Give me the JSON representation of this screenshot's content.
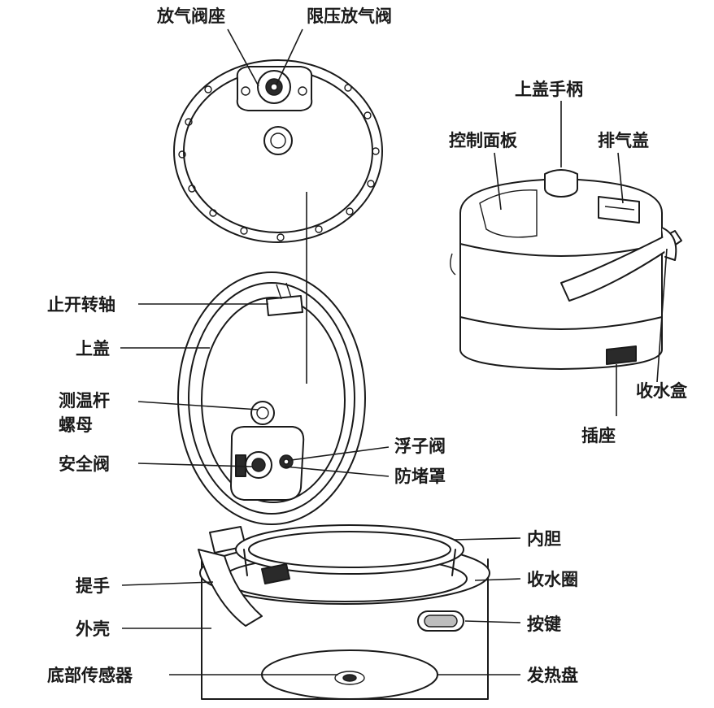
{
  "labels": {
    "vent_valve_seat": "放气阀座",
    "pressure_limit_valve": "限压放气阀",
    "lid_handle": "上盖手柄",
    "control_panel": "控制面板",
    "exhaust_cover": "排气盖",
    "hinge_shaft": "止开转轴",
    "upper_lid": "上盖",
    "temp_rod_nut_1": "测温杆",
    "temp_rod_nut_2": "螺母",
    "safety_valve": "安全阀",
    "float_valve": "浮子阀",
    "anti_block_cover": "防堵罩",
    "water_box": "收水盒",
    "socket": "插座",
    "inner_pot": "内胆",
    "water_ring": "收水圈",
    "carry_handle": "提手",
    "button": "按键",
    "outer_shell": "外壳",
    "bottom_sensor": "底部传感器",
    "heating_plate": "发热盘"
  }
}
